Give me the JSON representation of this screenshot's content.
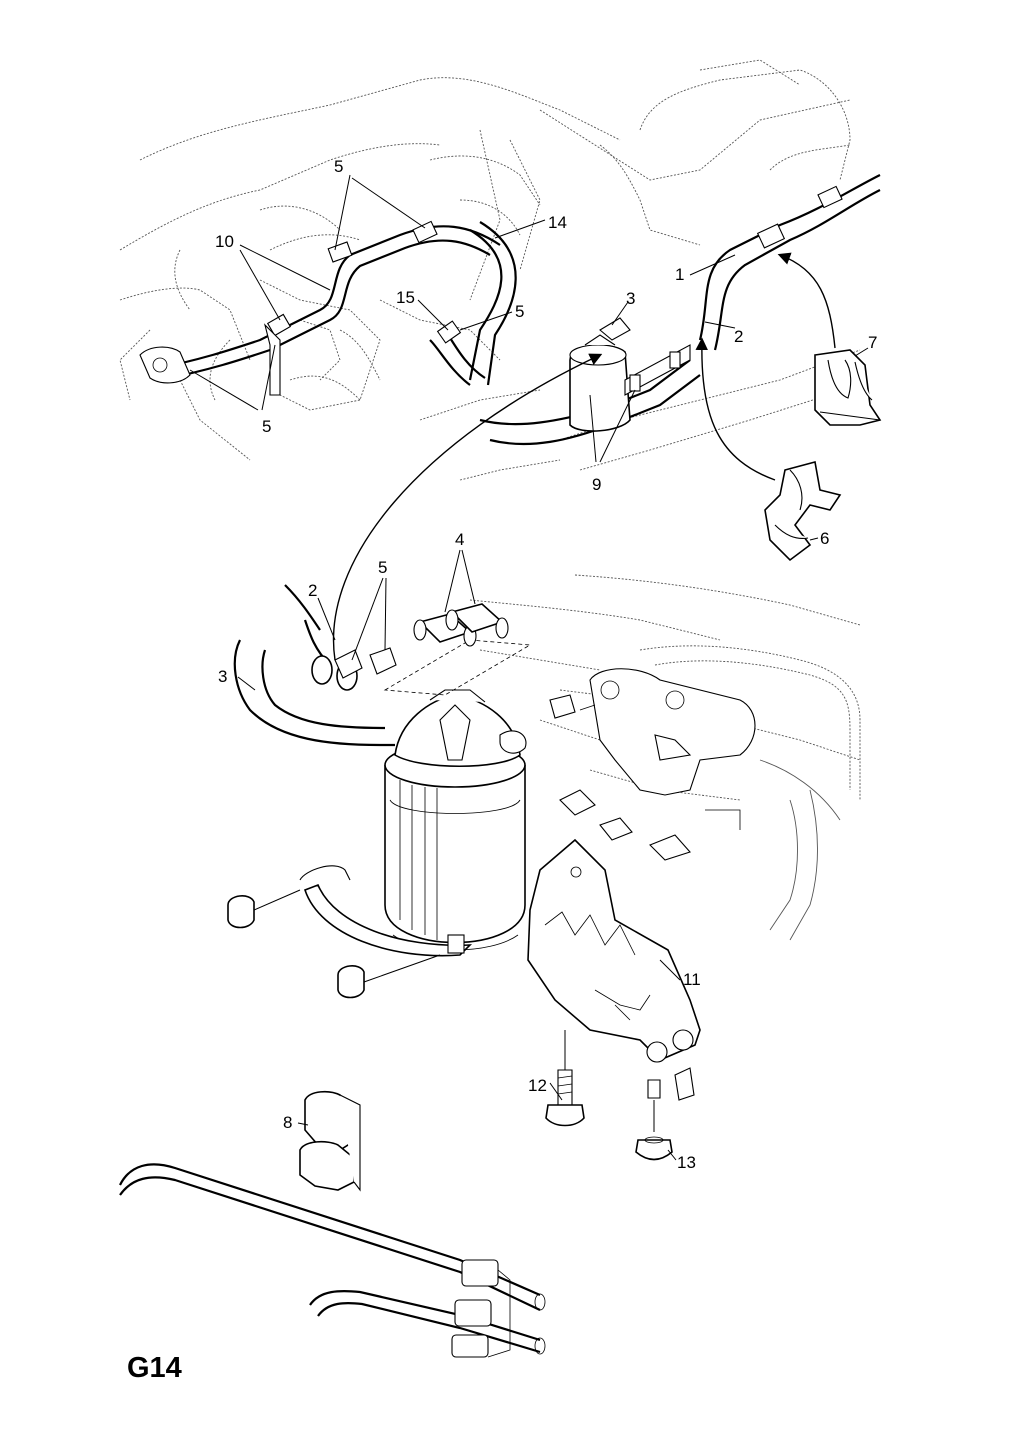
{
  "diagram": {
    "sheet_code": "G14",
    "callouts": {
      "c1": "1",
      "c2a": "2",
      "c2b": "2",
      "c3a": "3",
      "c3b": "3",
      "c4": "4",
      "c5a": "5",
      "c5b": "5",
      "c5c": "5",
      "c5d": "5",
      "c6": "6",
      "c7": "7",
      "c8": "8",
      "c9": "9",
      "c10": "10",
      "c11": "11",
      "c12": "12",
      "c13": "13",
      "c14": "14",
      "c15": "15"
    }
  }
}
